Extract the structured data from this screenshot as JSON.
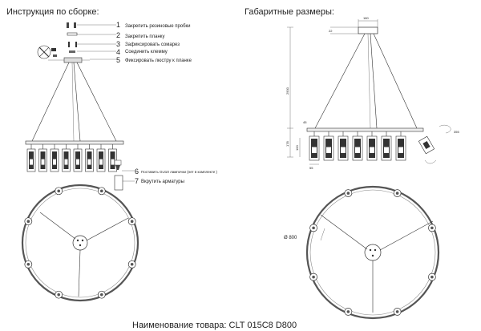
{
  "left_title": "Инструкция по сборке:",
  "right_title": "Габаритные размеры:",
  "steps": [
    {
      "num": "1",
      "text": "Закрепить резиновые пробки"
    },
    {
      "num": "2",
      "text": "Закрепить планку"
    },
    {
      "num": "3",
      "text": "Зафиксировать сомарез"
    },
    {
      "num": "4",
      "text": "Соединить клемму"
    },
    {
      "num": "5",
      "text": "Фиксировать люстру к планке"
    },
    {
      "num": "6",
      "text": "Поставить GU10 лампочки (нет в комплекте )"
    },
    {
      "num": "7",
      "text": "Вкрутить арматуры"
    }
  ],
  "dims": {
    "top_width": "180",
    "top_height": "22",
    "drop_height": "2900",
    "body_height": "178",
    "shade_height": "100",
    "shade_width": "55",
    "bracket_width": "45",
    "rotation": "355",
    "diameter": "Ø 800"
  },
  "footer": "Наименование товара: CLT 015C8 D800",
  "colors": {
    "line": "#333333",
    "ring": "#555555",
    "background": "#ffffff"
  }
}
